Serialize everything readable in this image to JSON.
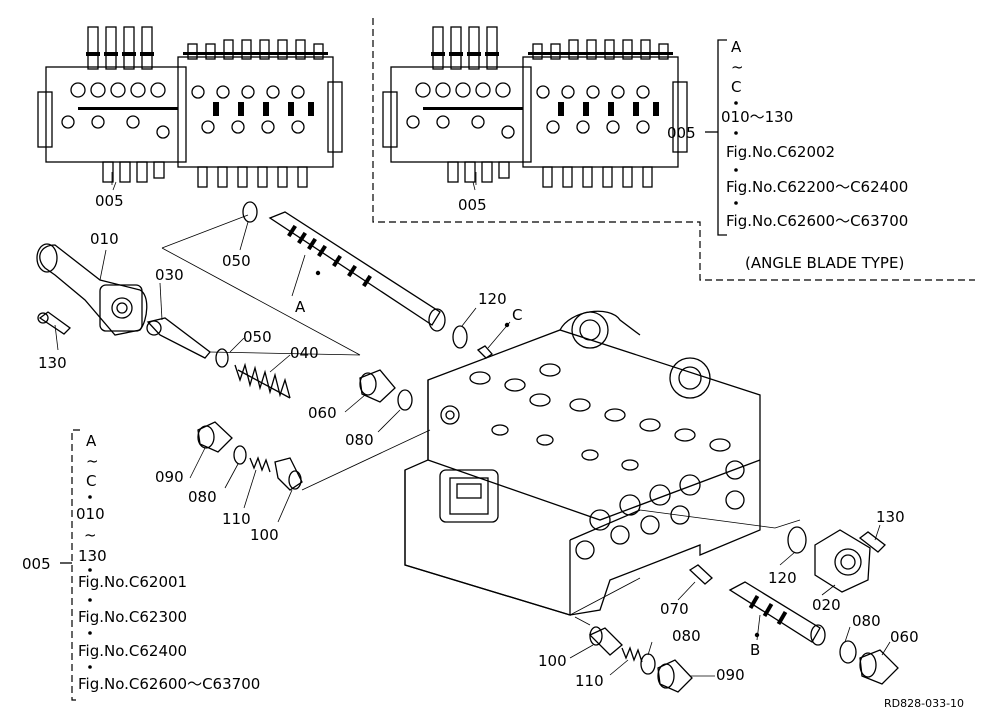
{
  "diagram": {
    "figure_code": "RD828-033-10",
    "parts": [
      {
        "id": "p005a",
        "label": "005"
      },
      {
        "id": "p005b",
        "label": "005"
      },
      {
        "id": "p010",
        "label": "010"
      },
      {
        "id": "p130a",
        "label": "130"
      },
      {
        "id": "p030",
        "label": "030"
      },
      {
        "id": "p050a",
        "label": "050"
      },
      {
        "id": "p050b",
        "label": "050"
      },
      {
        "id": "p040",
        "label": "040"
      },
      {
        "id": "p060a",
        "label": "060"
      },
      {
        "id": "p080a",
        "label": "080"
      },
      {
        "id": "p120a",
        "label": "120"
      },
      {
        "id": "p090a",
        "label": "090"
      },
      {
        "id": "p080b",
        "label": "080"
      },
      {
        "id": "p110a",
        "label": "110"
      },
      {
        "id": "p100a",
        "label": "100"
      },
      {
        "id": "p130b",
        "label": "130"
      },
      {
        "id": "p120b",
        "label": "120"
      },
      {
        "id": "p020",
        "label": "020"
      },
      {
        "id": "p070",
        "label": "070"
      },
      {
        "id": "p080c",
        "label": "080"
      },
      {
        "id": "p060b",
        "label": "060"
      },
      {
        "id": "p100b",
        "label": "100"
      },
      {
        "id": "p110b",
        "label": "110"
      },
      {
        "id": "p080d",
        "label": "080"
      },
      {
        "id": "p090b",
        "label": "090"
      }
    ],
    "markers": [
      {
        "id": "A",
        "label": "A"
      },
      {
        "id": "B",
        "label": "B"
      },
      {
        "id": "C",
        "label": "C"
      }
    ],
    "note_right": {
      "ref": "005",
      "lines": [
        "A",
        "~",
        "C",
        "010～130",
        "Fig.No.C62002",
        "Fig.No.C62200～C62400",
        "Fig.No.C62600～C63700"
      ],
      "caption": "(ANGLE BLADE TYPE)"
    },
    "note_left": {
      "ref": "005",
      "lines": [
        "A",
        "~",
        "C",
        "010",
        "~",
        "130",
        "Fig.No.C62001",
        "Fig.No.C62300",
        "Fig.No.C62400",
        "Fig.No.C62600～C63700"
      ]
    }
  }
}
